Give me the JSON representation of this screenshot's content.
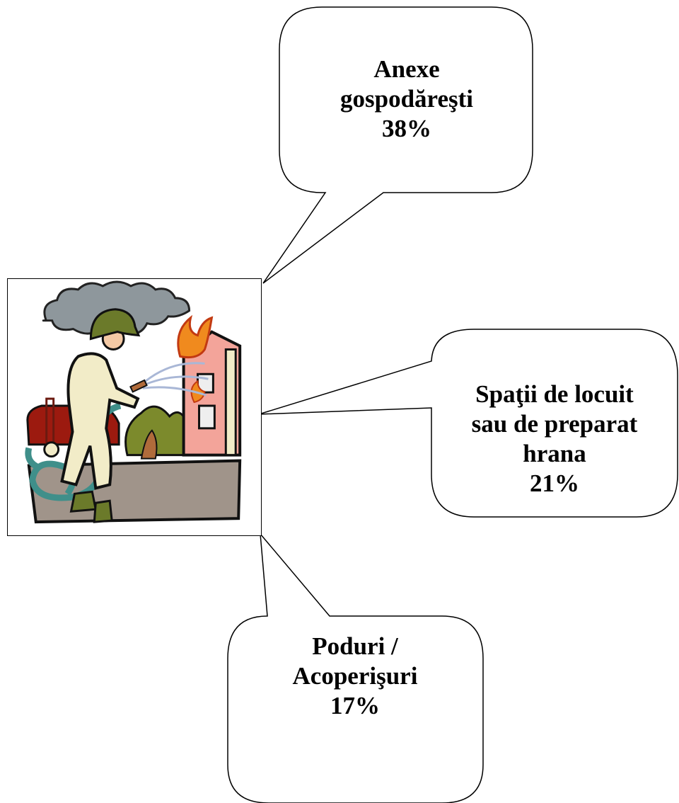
{
  "callouts": [
    {
      "line1": "Anexe",
      "line2": "gospodăreşti",
      "line3": "",
      "value": "38%"
    },
    {
      "line1": "Spaţii de locuit",
      "line2": "sau de preparat",
      "line3": "hrana",
      "value": "21%"
    },
    {
      "line1": "Poduri /",
      "line2": "Acoperişuri",
      "line3": "",
      "value": "17%"
    }
  ],
  "illustration": {
    "icon": "firefighter-clipart-icon",
    "colors": {
      "smoke": "#8e979c",
      "helmet": "#6b7a2a",
      "uniform": "#f2ecc8",
      "truck": "#9c1a0f",
      "building": "#f3a49a",
      "flame": "#f08a1e",
      "hose": "#3f8f8a",
      "ground": "#a0948a",
      "bush": "#7c8a2c"
    }
  }
}
